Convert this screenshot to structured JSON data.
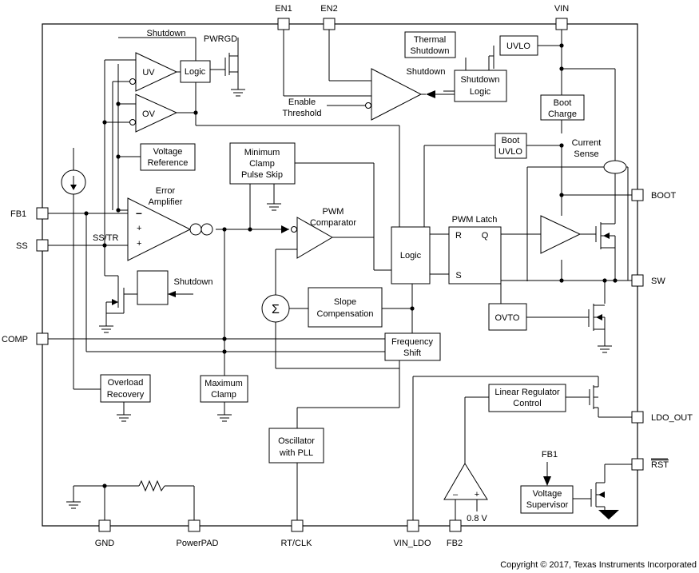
{
  "pins": {
    "en1": "EN1",
    "en2": "EN2",
    "vin": "VIN",
    "fb1": "FB1",
    "ss": "SS",
    "comp": "COMP",
    "boot": "BOOT",
    "sw": "SW",
    "ldo_out": "LDO_OUT",
    "rst": "RST",
    "gnd": "GND",
    "powerpad": "PowerPAD",
    "rt_clk": "RT/CLK",
    "vin_ldo": "VIN_LDO",
    "fb2": "FB2"
  },
  "blocks": {
    "logic_top": "Logic",
    "uv": "UV",
    "ov": "OV",
    "voltage_reference": [
      "Voltage",
      "Reference"
    ],
    "minimum_clamp": [
      "Minimum",
      "Clamp",
      "Pulse Skip"
    ],
    "thermal_shutdown": [
      "Thermal",
      "Shutdown"
    ],
    "uvlo": "UVLO",
    "shutdown_logic": [
      "Shutdown",
      "Logic"
    ],
    "boot_charge": [
      "Boot",
      "Charge"
    ],
    "boot_uvlo": [
      "Boot",
      "UVLO"
    ],
    "pwm_logic": "Logic",
    "slope_compensation": [
      "Slope",
      "Compensation"
    ],
    "frequency_shift": [
      "Frequency",
      "Shift"
    ],
    "overload_recovery": [
      "Overload",
      "Recovery"
    ],
    "maximum_clamp": [
      "Maximum",
      "Clamp"
    ],
    "oscillator": [
      "Oscillator",
      "with PLL"
    ],
    "linear_regulator": [
      "Linear Regulator",
      "Control"
    ],
    "voltage_supervisor": [
      "Voltage",
      "Supervisor"
    ],
    "ovto": "OVTO",
    "latch_r": "R",
    "latch_q": "Q",
    "latch_s": "S",
    "sigma": "Σ"
  },
  "labels": {
    "shutdown_top": "Shutdown",
    "pwrgd": "PWRGD",
    "shutdown_arrow": "Shutdown",
    "enable_threshold": [
      "Enable",
      "Threshold"
    ],
    "error_amplifier": [
      "Error",
      "Amplifier"
    ],
    "pwm_comparator": [
      "PWM",
      "Comparator"
    ],
    "pwm_latch": "PWM Latch",
    "current_sense": [
      "Current",
      "Sense"
    ],
    "ss_tr": "SS/TR",
    "shutdown_ss": "Shutdown",
    "fb1_supervisor": "FB1",
    "minus": "–",
    "plus": "+",
    "ldo_minus": "–",
    "ldo_plus": "+",
    "ref_08v": "0.8 V"
  },
  "footer": {
    "copyright": "Copyright © 2017, Texas Instruments Incorporated"
  }
}
